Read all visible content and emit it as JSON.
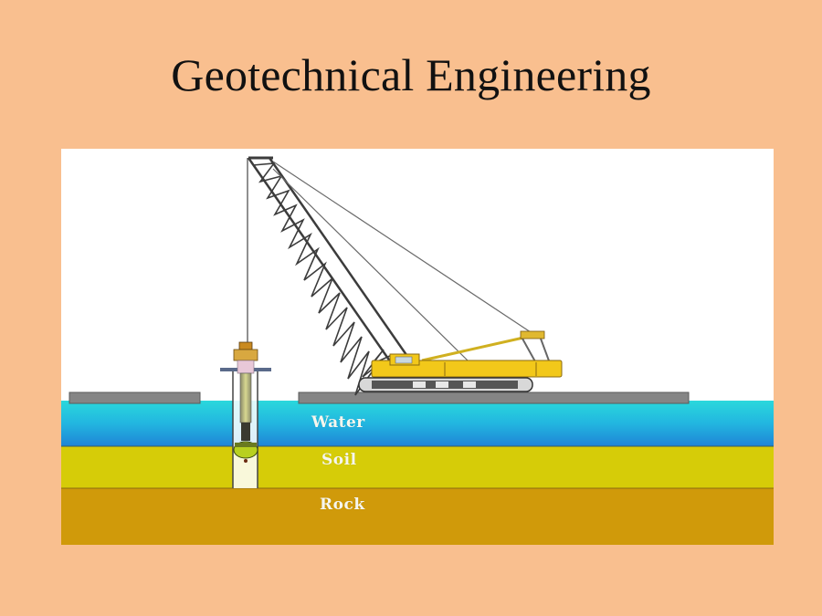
{
  "slide": {
    "title": "Geotechnical Engineering",
    "background_color": "#f9bf8f"
  },
  "illustration": {
    "description": "Crawler crane driving a pile/casing through water and soil down to rock",
    "layers": [
      {
        "label": "Water",
        "color_top": "#2ad0dc",
        "color_bottom": "#1f8fd8"
      },
      {
        "label": "Soil",
        "color": "#d6cc08"
      },
      {
        "label": "Rock",
        "color": "#d09a0a"
      }
    ],
    "crane_color": "#f2c81a",
    "platform_color": "#858585"
  }
}
